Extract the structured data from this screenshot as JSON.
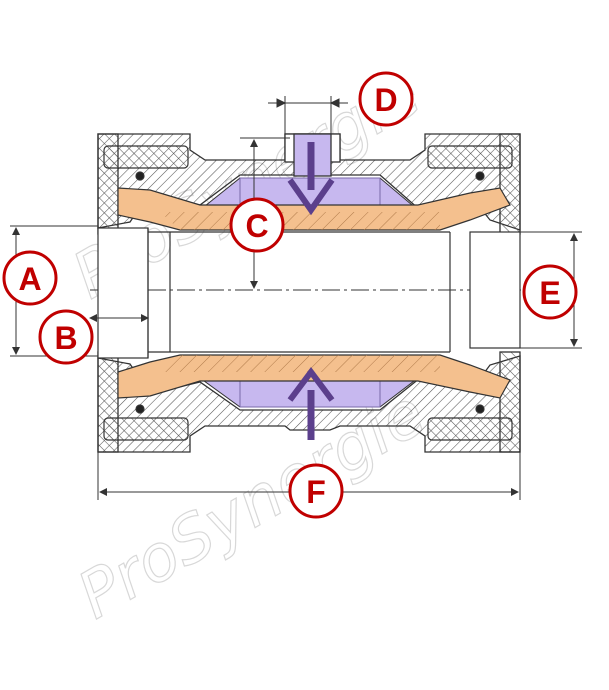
{
  "diagram": {
    "watermark": "ProSynergie",
    "callouts": [
      {
        "id": "A",
        "label": "A"
      },
      {
        "id": "B",
        "label": "B"
      },
      {
        "id": "C",
        "label": "C"
      },
      {
        "id": "D",
        "label": "D"
      },
      {
        "id": "E",
        "label": "E"
      },
      {
        "id": "F",
        "label": "F"
      }
    ],
    "colors": {
      "callout_ring": "#c00000",
      "callout_text": "#c00000",
      "liner": "#f4c08e",
      "chamber": "#c7b8ef",
      "flow_arrow": "#5b3f8c",
      "outline": "#333333",
      "hatch": "#555555"
    }
  }
}
